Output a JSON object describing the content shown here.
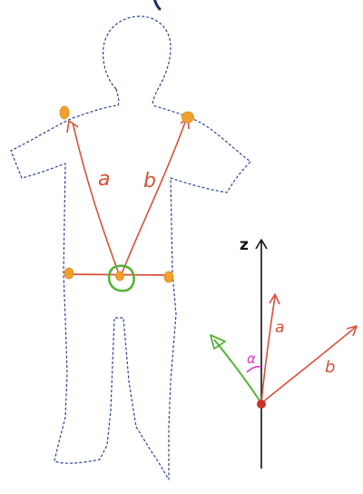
{
  "colors": {
    "outline": "#2a3f96",
    "vector": "#d9503a",
    "green": "#56b33a",
    "marker": "#f0a02e",
    "axis": "#111111",
    "angle": "#d43fb8",
    "origin": "#c8312a"
  },
  "figure": {
    "labels": {
      "a": "a",
      "b": "b"
    }
  },
  "axes": {
    "z_label": "z",
    "a_label": "a",
    "b_label": "b",
    "angle_label": "α"
  }
}
